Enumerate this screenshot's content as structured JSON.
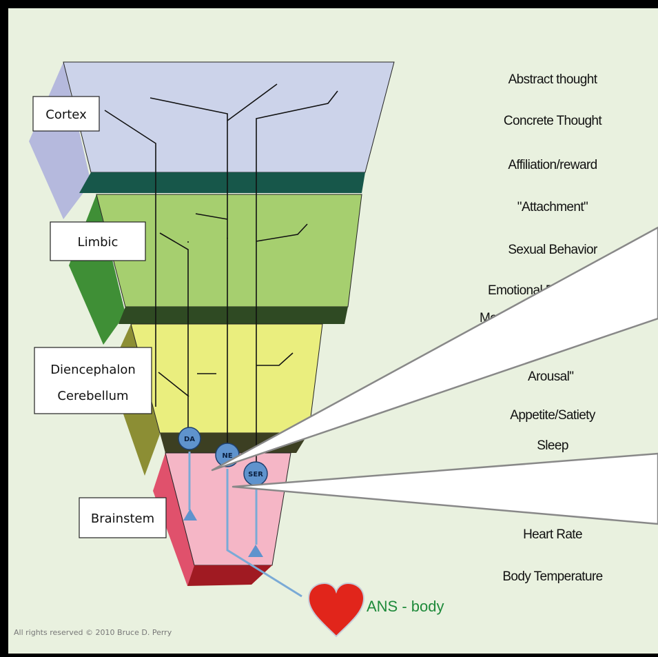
{
  "diagram": {
    "regions": {
      "cortex": "Cortex",
      "limbic": "Limbic",
      "diencephalon_line1": "Diencephalon",
      "diencephalon_line2": "Cerebellum",
      "brainstem": "Brainstem"
    },
    "functions": [
      "Abstract thought",
      "Concrete Thought",
      "Affiliation/reward",
      "\"Attachment\"",
      "Sexual Behavior",
      "Emotional R",
      "Mo",
      "Arousal\"",
      "Appetite/Satiety",
      "Sleep",
      "Heart Rate",
      "Body Temperature"
    ],
    "neurotransmitters": [
      "DA",
      "NE",
      "SER"
    ],
    "body_label": "ANS - body",
    "copyright": "All rights reserved © 2010 Bruce D. Perry",
    "colors": {
      "background": "#e9f1df",
      "cortex": "#ccd3ea",
      "cortex_side": "#b5b9dd",
      "cortex_band": "#17574a",
      "limbic": "#a6cf6f",
      "limbic_side": "#3f8f36",
      "limbic_band": "#2f4a23",
      "diencephalon": "#eaee7e",
      "diencephalon_side": "#8c8e34",
      "diencephalon_band": "#3c3f22",
      "brainstem": "#f5b6c6",
      "brainstem_side": "#e0516c",
      "brainstem_bottom": "#a01a22",
      "neuron_node": "#5f93cd",
      "heart": "#e1251b",
      "body_label": "#1e8a3a"
    }
  }
}
